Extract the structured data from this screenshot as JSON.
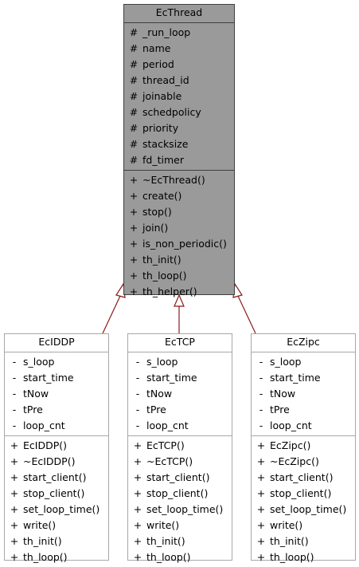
{
  "base": {
    "name": "EcThread",
    "attributes": [
      {
        "vis": "#",
        "name": "_run_loop"
      },
      {
        "vis": "#",
        "name": "name"
      },
      {
        "vis": "#",
        "name": "period"
      },
      {
        "vis": "#",
        "name": "thread_id"
      },
      {
        "vis": "#",
        "name": "joinable"
      },
      {
        "vis": "#",
        "name": "schedpolicy"
      },
      {
        "vis": "#",
        "name": "priority"
      },
      {
        "vis": "#",
        "name": "stacksize"
      },
      {
        "vis": "#",
        "name": "fd_timer"
      }
    ],
    "methods": [
      {
        "vis": "+",
        "name": "~EcThread()"
      },
      {
        "vis": "+",
        "name": "create()"
      },
      {
        "vis": "+",
        "name": "stop()"
      },
      {
        "vis": "+",
        "name": "join()"
      },
      {
        "vis": "+",
        "name": "is_non_periodic()"
      },
      {
        "vis": "+",
        "name": "th_init()"
      },
      {
        "vis": "+",
        "name": "th_loop()"
      },
      {
        "vis": "+",
        "name": "th_helper()"
      }
    ]
  },
  "children": [
    {
      "name": "EcIDDP",
      "attributes": [
        {
          "vis": "-",
          "name": "s_loop"
        },
        {
          "vis": "-",
          "name": "start_time"
        },
        {
          "vis": "-",
          "name": "tNow"
        },
        {
          "vis": "-",
          "name": "tPre"
        },
        {
          "vis": "-",
          "name": "loop_cnt"
        }
      ],
      "methods": [
        {
          "vis": "+",
          "name": "EcIDDP()"
        },
        {
          "vis": "+",
          "name": "~EcIDDP()"
        },
        {
          "vis": "+",
          "name": "start_client()"
        },
        {
          "vis": "+",
          "name": "stop_client()"
        },
        {
          "vis": "+",
          "name": "set_loop_time()"
        },
        {
          "vis": "+",
          "name": "write()"
        },
        {
          "vis": "+",
          "name": "th_init()"
        },
        {
          "vis": "+",
          "name": "th_loop()"
        }
      ]
    },
    {
      "name": "EcTCP",
      "attributes": [
        {
          "vis": "-",
          "name": "s_loop"
        },
        {
          "vis": "-",
          "name": "start_time"
        },
        {
          "vis": "-",
          "name": "tNow"
        },
        {
          "vis": "-",
          "name": "tPre"
        },
        {
          "vis": "-",
          "name": "loop_cnt"
        }
      ],
      "methods": [
        {
          "vis": "+",
          "name": "EcTCP()"
        },
        {
          "vis": "+",
          "name": "~EcTCP()"
        },
        {
          "vis": "+",
          "name": "start_client()"
        },
        {
          "vis": "+",
          "name": "stop_client()"
        },
        {
          "vis": "+",
          "name": "set_loop_time()"
        },
        {
          "vis": "+",
          "name": "write()"
        },
        {
          "vis": "+",
          "name": "th_init()"
        },
        {
          "vis": "+",
          "name": "th_loop()"
        }
      ]
    },
    {
      "name": "EcZipc",
      "attributes": [
        {
          "vis": "-",
          "name": "s_loop"
        },
        {
          "vis": "-",
          "name": "start_time"
        },
        {
          "vis": "-",
          "name": "tNow"
        },
        {
          "vis": "-",
          "name": "tPre"
        },
        {
          "vis": "-",
          "name": "loop_cnt"
        }
      ],
      "methods": [
        {
          "vis": "+",
          "name": "EcZipc()"
        },
        {
          "vis": "+",
          "name": "~EcZipc()"
        },
        {
          "vis": "+",
          "name": "start_client()"
        },
        {
          "vis": "+",
          "name": "stop_client()"
        },
        {
          "vis": "+",
          "name": "set_loop_time()"
        },
        {
          "vis": "+",
          "name": "write()"
        },
        {
          "vis": "+",
          "name": "th_init()"
        },
        {
          "vis": "+",
          "name": "th_loop()"
        }
      ]
    }
  ],
  "colors": {
    "base_fill": "#9a9a9a",
    "edge": "#8b1a1a"
  }
}
